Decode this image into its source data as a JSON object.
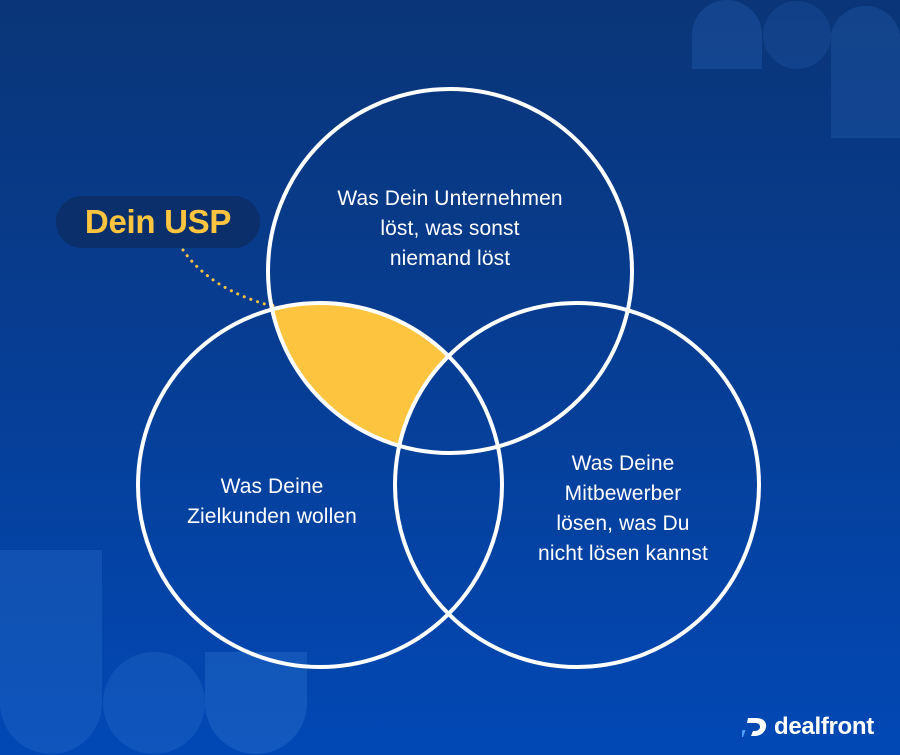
{
  "colors": {
    "background_top": "#0a3578",
    "background_bottom": "#0248b5",
    "circle_stroke": "#ffffff",
    "highlight_fill": "#fdc53f",
    "usp_pill_bg": "#0b2f6a",
    "usp_text": "#fdc53f",
    "decor_shape": "#2a64b5"
  },
  "callout": {
    "label": "Dein USP",
    "connector_style": "dotted"
  },
  "circles": [
    {
      "id": "top",
      "lines": [
        "Was Dein Unternehmen",
        "löst, was sonst",
        "niemand löst"
      ]
    },
    {
      "id": "left",
      "lines": [
        "Was Deine",
        "Zielkunden wollen"
      ]
    },
    {
      "id": "right",
      "lines": [
        "Was Deine",
        "Mitbewerber",
        "lösen, was Du",
        "nicht lösen kannst"
      ]
    }
  ],
  "highlighted_intersection": "top ∩ left (minus right)",
  "brand": {
    "logo_icon": "dealfront-logo-icon",
    "name": "dealfront"
  }
}
